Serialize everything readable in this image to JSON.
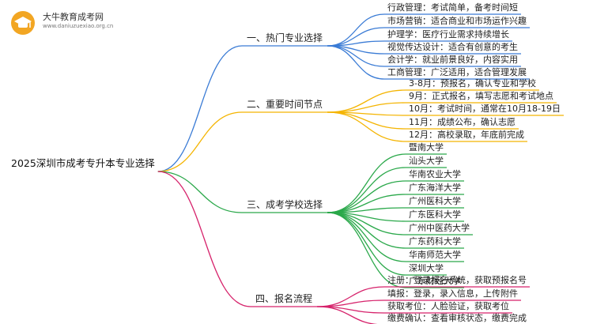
{
  "watermark": {
    "title": "大牛教育成考网",
    "url": "www.daniuzuexiao.org.cn"
  },
  "colors": {
    "hot": "#3a7bd5",
    "time": "#f4b400",
    "school": "#2aa84a",
    "process": "#d6226b"
  },
  "root": "2025深圳市成考专升本专业选择",
  "branches": [
    {
      "label": "一、热门专业选择",
      "color_key": "hot",
      "leaves": [
        "行政管理：考试简单，备考时间短",
        "市场营销：适合商业和市场运作兴趣",
        "护理学：医疗行业需求持续增长",
        "视觉传达设计：适合有创意的考生",
        "会计学：就业前景良好，内容实用",
        "工商管理：广泛适用，适合管理发展"
      ]
    },
    {
      "label": "二、重要时间节点",
      "color_key": "time",
      "leaves": [
        "3-8月：预报名，确认专业和学校",
        "9月：正式报名，填写志愿和考试地点",
        "10月：考试时间，通常在10月18-19日",
        "11月：成绩公布，确认志愿",
        "12月：高校录取，年底前完成"
      ]
    },
    {
      "label": "三、成考学校选择",
      "color_key": "school",
      "leaves": [
        "暨南大学",
        "汕头大学",
        "华南农业大学",
        "广东海洋大学",
        "广州医科大学",
        "广东医科大学",
        "广州中医药大学",
        "广东药科大学",
        "华南师范大学",
        "深圳大学",
        "广东财经大学"
      ]
    },
    {
      "label": "四、报名流程",
      "color_key": "process",
      "leaves": [
        "注册：登录报名系统，获取预报名号",
        "填报：登录，录入信息，上传附件",
        "获取考位：人脸验证，获取考位",
        "缴费确认：查看审核状态，缴费完成"
      ]
    }
  ]
}
